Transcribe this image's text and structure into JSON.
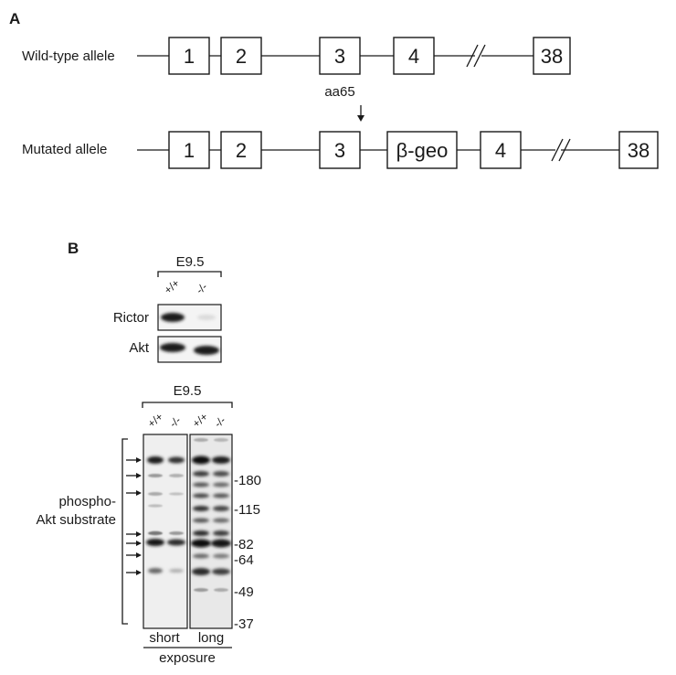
{
  "panel_a": {
    "letter": "A",
    "wildtype_label": "Wild-type allele",
    "mutated_label": "Mutated allele",
    "wildtype_exons": [
      "1",
      "2",
      "3",
      "4",
      "38"
    ],
    "mutated_exons": [
      "1",
      "2",
      "3",
      "β-geo",
      "4",
      "38"
    ],
    "insertion_label": "aa65",
    "insertion_arrow": "↓",
    "break_symbol": "//"
  },
  "panel_b": {
    "letter": "B",
    "top_blot": {
      "stage": "E9.5",
      "genotypes": [
        "+/+",
        "-/-"
      ],
      "rows": [
        "Rictor",
        "Akt"
      ]
    },
    "bottom_blot": {
      "stage": "E9.5",
      "genotypes": [
        "+/+",
        "-/-",
        "+/+",
        "-/-"
      ],
      "row_label_line1": "phospho-",
      "row_label_line2": "Akt substrate",
      "mw_markers": [
        "-180",
        "-115",
        "-82",
        "-64",
        "-49",
        "-37"
      ],
      "exposure_short": "short",
      "exposure_long": "long",
      "exposure_label": "exposure",
      "band_arrow": "→"
    }
  }
}
